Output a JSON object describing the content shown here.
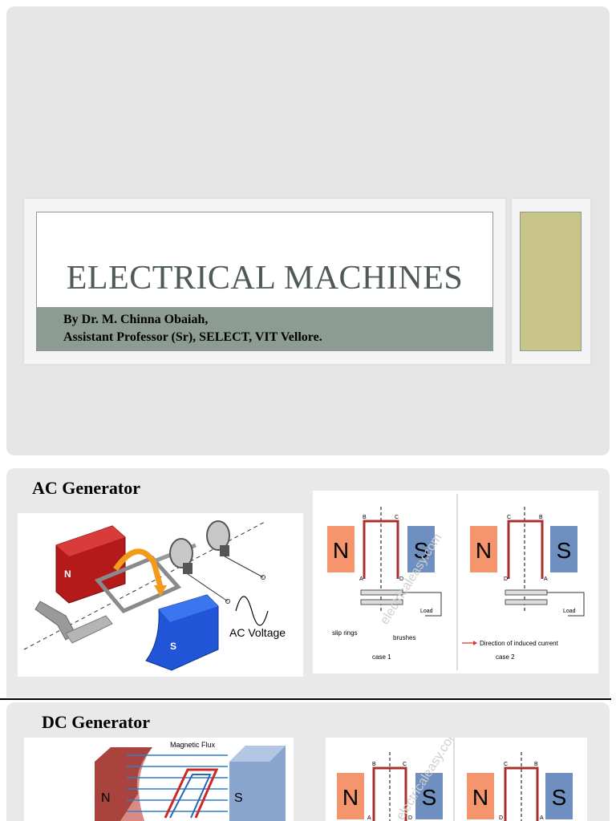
{
  "slide1": {
    "title": "ELECTRICAL MACHINES",
    "author_line1": "By Dr. M. Chinna Obaiah,",
    "author_line2": "Assistant Professor (Sr), SELECT, VIT Vellore."
  },
  "slide2": {
    "heading": "AC Generator",
    "fig1": {
      "north": "N",
      "south": "S",
      "caption": "AC Voltage"
    },
    "fig2": {
      "watermark": "electricaleasy.com",
      "case1": {
        "north": "N",
        "south": "S",
        "label_b": "B",
        "label_c": "C",
        "label_a": "A",
        "label_d": "D",
        "slip_rings": "slip rings",
        "brushes": "brushes",
        "load": "Load",
        "caption": "case 1"
      },
      "case2": {
        "north": "N",
        "south": "S",
        "label_c": "C",
        "label_b": "B",
        "label_d": "D",
        "label_a": "A",
        "load": "Load",
        "legend": "Direction of induced current",
        "caption": "case 2"
      }
    }
  },
  "slide3": {
    "heading": "DC Generator",
    "fig1": {
      "flux_label": "Magnetic Flux",
      "north": "N",
      "south": "S"
    },
    "fig2": {
      "watermark": "electricaleasy.com",
      "case1": {
        "north": "N",
        "south": "S",
        "label_b": "B",
        "label_c": "C",
        "label_a": "A",
        "label_d": "D"
      },
      "case2": {
        "north": "N",
        "south": "S",
        "label_c": "C",
        "label_b": "B",
        "label_d": "D",
        "label_a": "A"
      }
    }
  },
  "colors": {
    "slide_bg": "#e5e5e5",
    "author_band": "#8d9c93",
    "title_text": "#4d5a55",
    "accent_swatch": "#c9c489",
    "north_pole_salmon": "#f4956d",
    "south_pole_blue": "#6e8fbf",
    "coil_red": "#a8332c"
  }
}
